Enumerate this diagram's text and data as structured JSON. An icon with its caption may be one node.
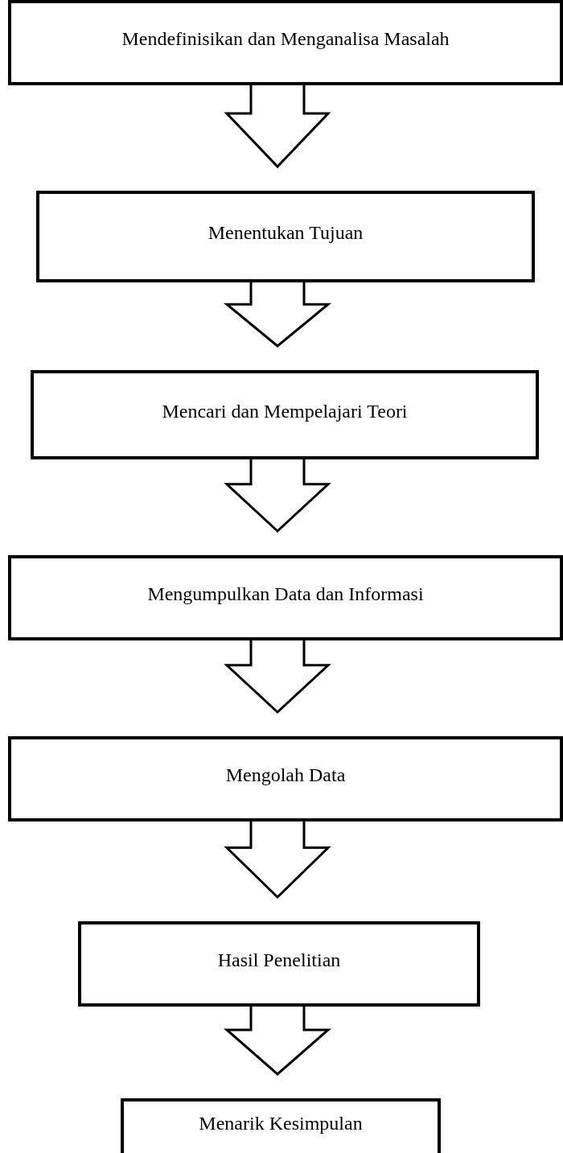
{
  "diagram": {
    "nodes": [
      {
        "text": [
          "Mendefinisikan dan Menganalisa Masalah"
        ]
      },
      {
        "text": [
          "Menentukan Tujuan"
        ]
      },
      {
        "text": [
          "Mencari dan Mempelajari Teori"
        ]
      },
      {
        "text": [
          "Mengumpulkan Data dan Informasi"
        ]
      },
      {
        "text": [
          "Mengolah Data"
        ]
      },
      {
        "text": [
          "Hasil Penelitian"
        ]
      },
      {
        "text": [
          "Menarik Kesimpulan"
        ]
      }
    ],
    "edges": [
      {
        "from": 0,
        "to": 1,
        "arrow": "to"
      },
      {
        "from": 1,
        "to": 2,
        "arrow": "to"
      },
      {
        "from": 2,
        "to": 3,
        "arrow": "to"
      },
      {
        "from": 3,
        "to": 4,
        "arrow": "to"
      },
      {
        "from": 4,
        "to": 5,
        "arrow": "to"
      },
      {
        "from": 5,
        "to": 6,
        "arrow": "to"
      }
    ]
  }
}
